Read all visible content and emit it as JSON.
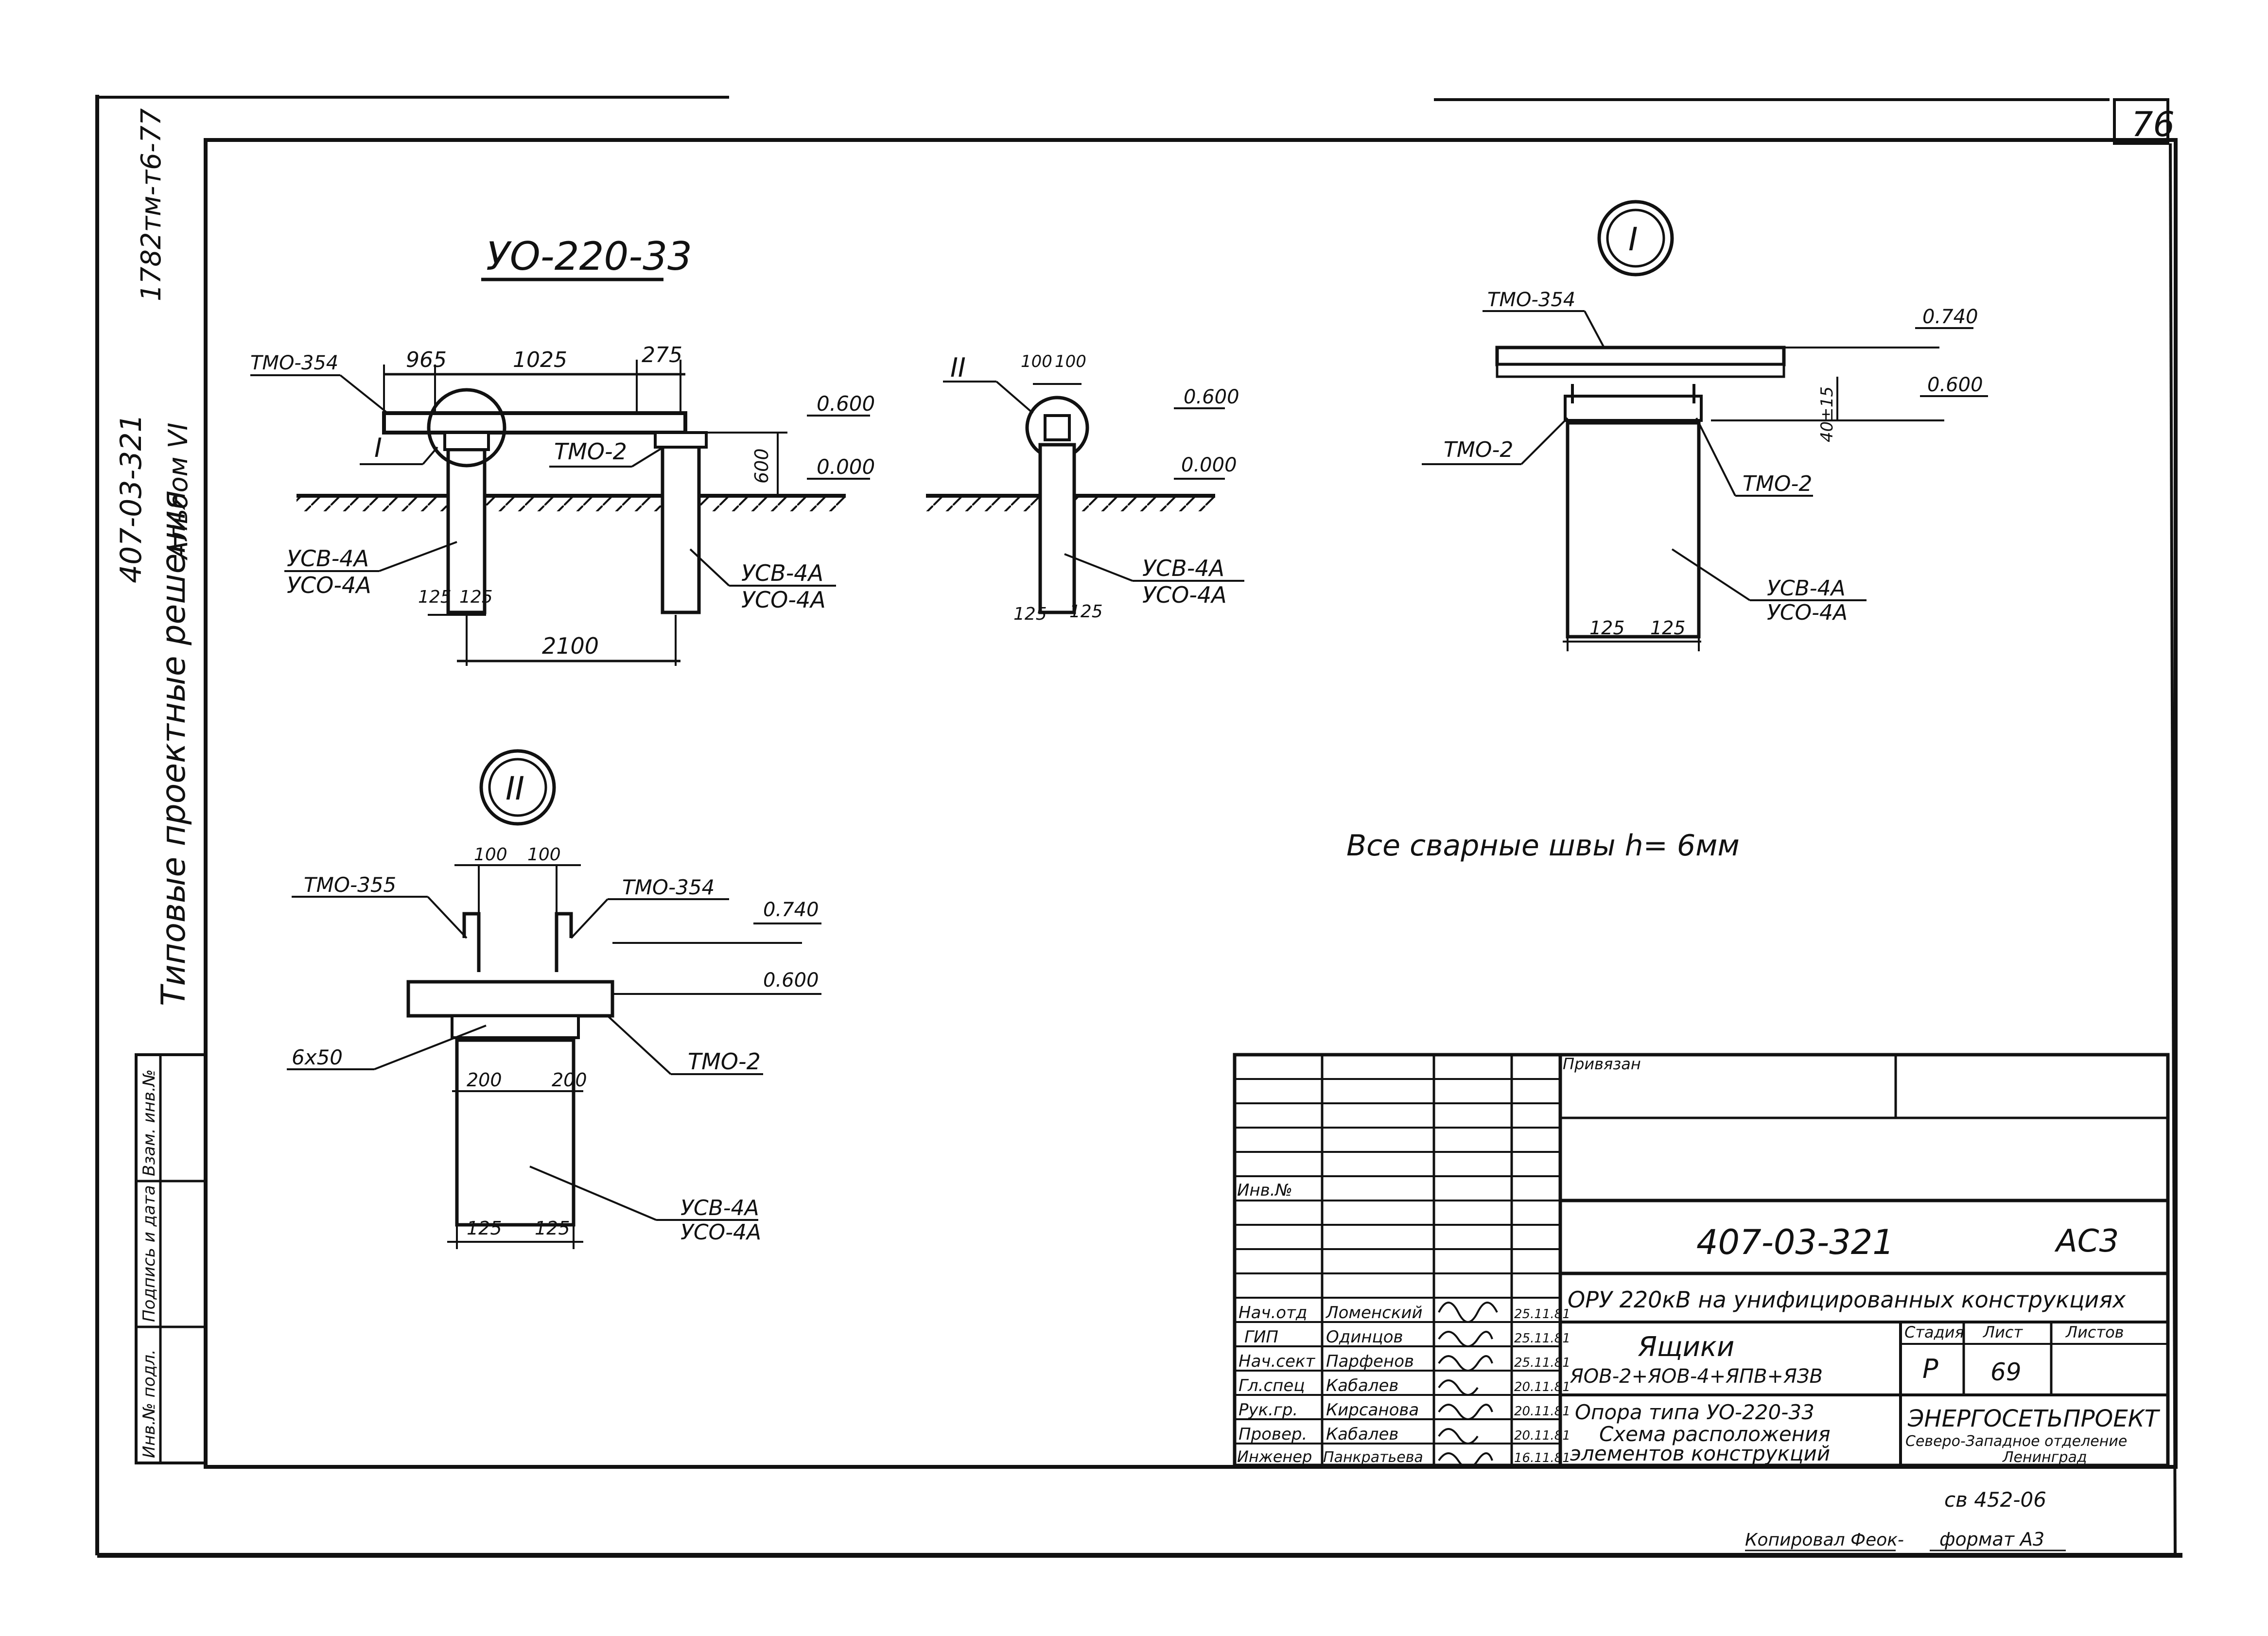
{
  "sheet": {
    "page_number": "76",
    "format_label": "формат А3",
    "copied_by": "Копировал Феок-",
    "archive_code": "св 452-06",
    "left_margin": {
      "series_a": "1782тм-т6-77",
      "series_b": "407-03-321",
      "album": "Альбом VI",
      "subtitle": "Типовые проектные решения"
    },
    "left_stamp": [
      "Инв.№ подл.",
      "Подпись и дата",
      "Взам. инв.№"
    ]
  },
  "views": {
    "main": {
      "title": "УО-220-33",
      "labels": {
        "top_beam": "ТМО-354",
        "node_I": "I",
        "right_beam": "ТМО-2",
        "post_left_a": "УСВ-4А",
        "post_left_b": "УСО-4А",
        "post_right_a": "УСВ-4А",
        "post_right_b": "УСО-4А"
      },
      "dims": {
        "d1": "965",
        "d2": "1025",
        "d3": "275",
        "height": "600",
        "base_a": "125",
        "base_b": "125",
        "span": "2100"
      },
      "levels": [
        "0.600",
        "0.000"
      ]
    },
    "side": {
      "label_II": "II",
      "dims": [
        "100",
        "100",
        "125",
        "125"
      ],
      "levels": [
        "0.600",
        "0.000"
      ],
      "post_a": "УСВ-4А",
      "post_b": "УСО-4А"
    },
    "node_I": {
      "marker": "I",
      "top_beam": "ТМО-354",
      "left_plate": "ТМО-2",
      "right_plate": "ТМО-2",
      "dim_vert": "40±15",
      "levels": [
        "0.740",
        "0.600"
      ],
      "post_a": "УСВ-4А",
      "post_b": "УСО-4А",
      "dims": [
        "125",
        "125"
      ]
    },
    "node_II": {
      "marker": "II",
      "left_beam": "ТМО-355",
      "right_beam": "ТМО-354",
      "top_dims": [
        "100",
        "100"
      ],
      "levels": [
        "0.740",
        "0.600"
      ],
      "weld": "6х50",
      "plate": "ТМО-2",
      "mid_dims": [
        "200",
        "200"
      ],
      "bottom_dims": [
        "125",
        "125"
      ],
      "post_a": "УСВ-4А",
      "post_b": "УСО-4А"
    }
  },
  "note": "Все сварные швы h= 6мм",
  "title_block": {
    "privyazan": "Привязан",
    "inv_no": "Инв.№",
    "doc_code": "407-03-321",
    "mark": "АС3",
    "project": "ОРУ 220кВ на унифицированных конструкциях",
    "item_title": "Ящики",
    "item_list": "ЯОВ-2+ЯОВ-4+ЯПВ+ЯЗВ",
    "sheet_title_1": "Опора типа   УО-220-33",
    "sheet_title_2": "Схема расположения",
    "sheet_title_3": "элементов конструкций",
    "stage_h": "Стадия",
    "sheet_h": "Лист",
    "sheets_h": "Листов",
    "stage": "Р",
    "sheet_no": "69",
    "org": "ЭНЕРГОСЕТЬПРОЕКТ",
    "org_sub1": "Северо-Западное отделение",
    "org_sub2": "Ленинград",
    "signatures": [
      {
        "role": "Нач.отд",
        "name": "Ломенский",
        "date": "25.11.81"
      },
      {
        "role": "ГИП",
        "name": "Одинцов",
        "date": "25.11.81"
      },
      {
        "role": "Нач.сект",
        "name": "Парфенов",
        "date": "25.11.81"
      },
      {
        "role": "Гл.спец",
        "name": "Кабалев",
        "date": "20.11.81"
      },
      {
        "role": "Рук.гр.",
        "name": "Кирсанова",
        "date": "20.11.81"
      },
      {
        "role": "Провер.",
        "name": "Кабалев",
        "date": "20.11.81"
      },
      {
        "role": "Инженер",
        "name": "Панкратьева",
        "date": "16.11.81"
      }
    ]
  }
}
